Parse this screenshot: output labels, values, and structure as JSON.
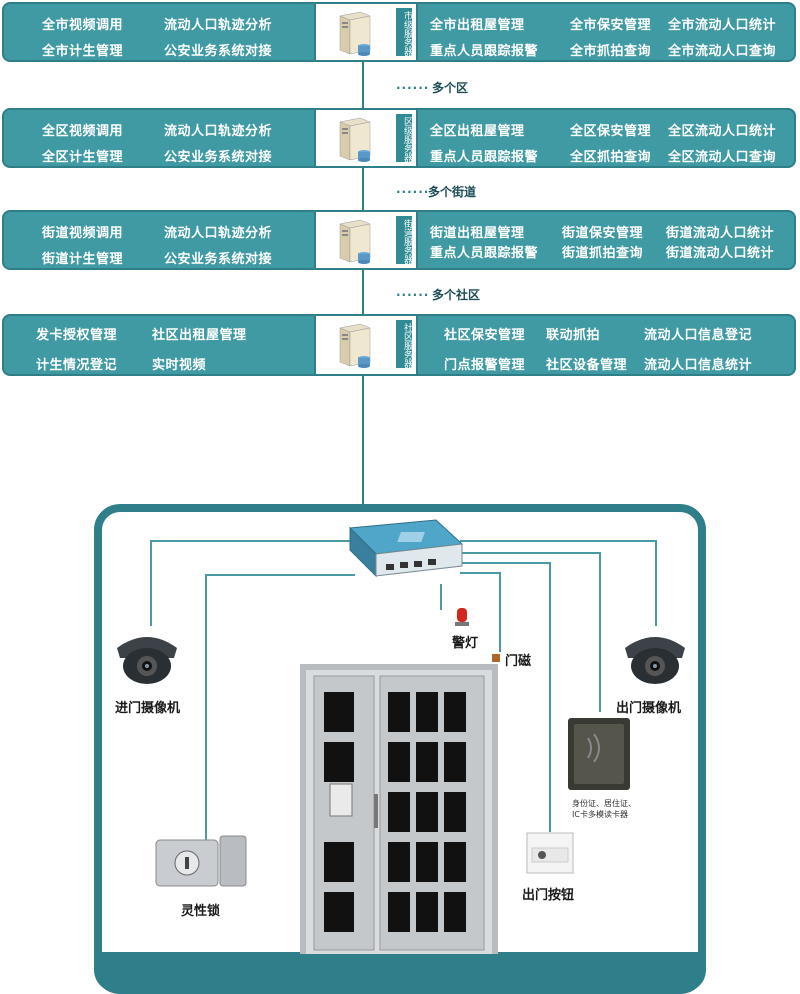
{
  "tiers": [
    {
      "server": "市级服务器",
      "left": [
        [
          "全市视频调用",
          "流动人口轨迹分析"
        ],
        [
          "全市计生管理",
          "公安业务系统对接"
        ]
      ],
      "right": [
        [
          "全市出租屋管理",
          "全市保安管理",
          "全市流动人口统计"
        ],
        [
          "重点人员跟踪报警",
          "全市抓拍查询",
          "全市流动人口查询"
        ]
      ]
    },
    {
      "server": "区级服务器",
      "left": [
        [
          "全区视频调用",
          "流动人口轨迹分析"
        ],
        [
          "全区计生管理",
          "公安业务系统对接"
        ]
      ],
      "right": [
        [
          "全区出租屋管理",
          "全区保安管理",
          "全区流动人口统计"
        ],
        [
          "重点人员跟踪报警",
          "全区抓拍查询",
          "全区流动人口查询"
        ]
      ]
    },
    {
      "server": "街道服务器",
      "left": [
        [
          "街道视频调用",
          "流动人口轨迹分析"
        ],
        [
          "街道计生管理",
          "公安业务系统对接"
        ]
      ],
      "right": [
        [
          "街道出租屋管理",
          "街道保安管理",
          "街道流动人口统计"
        ],
        [
          "重点人员跟踪报警",
          "街道抓拍查询",
          "街道流动人口统计"
        ]
      ]
    },
    {
      "server": "社区服务器",
      "left": [
        [
          "发卡授权管理",
          "社区出租屋管理"
        ],
        [
          "计生情况登记",
          "实时视频"
        ]
      ],
      "right": [
        [
          "社区保安管理",
          "联动抓拍",
          "流动人口信息登记"
        ],
        [
          "门点报警管理",
          "社区设备管理",
          "流动人口信息统计"
        ]
      ]
    }
  ],
  "links": [
    {
      "dots": "......",
      "text": "多个区"
    },
    {
      "dots": "......",
      "text": "多个街道"
    },
    {
      "dots": "......",
      "text": "多个社区"
    }
  ],
  "devices": {
    "entry_camera": "进门摄像机",
    "exit_camera": "出门摄像机",
    "alarm_light": "警灯",
    "door_magnet": "门磁",
    "lock": "灵性锁",
    "exit_button": "出门按钮",
    "card_reader": "身份证、居住证、IC卡多模读卡器"
  },
  "colors": {
    "tier": "#3f9aa3",
    "frame": "#2e7f8a"
  }
}
